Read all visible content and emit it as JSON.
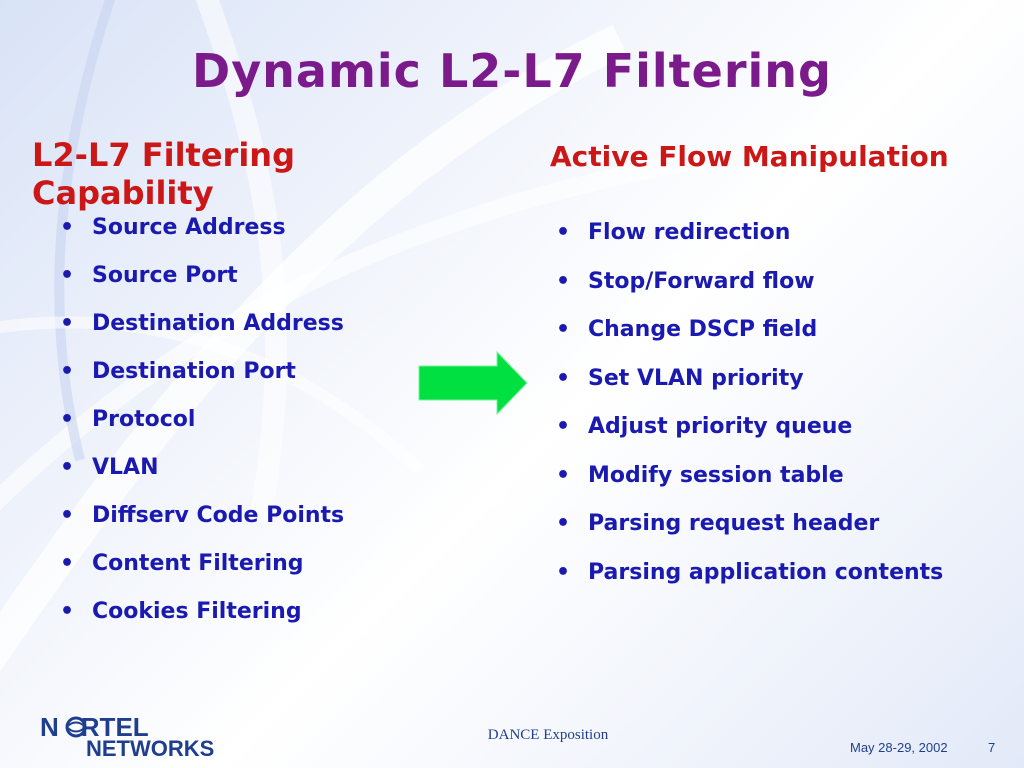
{
  "slide": {
    "title": "Dynamic L2-L7 Filtering",
    "left_column": {
      "heading": "L2-L7 Filtering Capability",
      "items": [
        "Source Address",
        "Source Port",
        "Destination Address",
        "Destination Port",
        "Protocol",
        "VLAN",
        "Diffserv Code Points",
        "Content Filtering",
        "Cookies Filtering"
      ]
    },
    "right_column": {
      "heading": "Active Flow Manipulation",
      "items": [
        "Flow redirection",
        "Stop/Forward flow",
        "Change DSCP field",
        "Set VLAN priority",
        "Adjust priority queue",
        "Modify session table",
        "Parsing request header",
        "Parsing application contents"
      ]
    },
    "bullet_glyph": "•",
    "arrow_icon": "right-arrow-icon",
    "arrow_color": "#00e040"
  },
  "footer": {
    "logo_line1_a": "N",
    "logo_line1_b": "RTEL",
    "logo_line2": "NETWORKS",
    "event": "DANCE Exposition",
    "date": "May 28-29,  2002",
    "page_number": "7"
  },
  "colors": {
    "title": "#7b1a8a",
    "heading": "#cc1717",
    "bullet_text": "#1a1ab0",
    "footer_text": "#1f3f8e"
  }
}
